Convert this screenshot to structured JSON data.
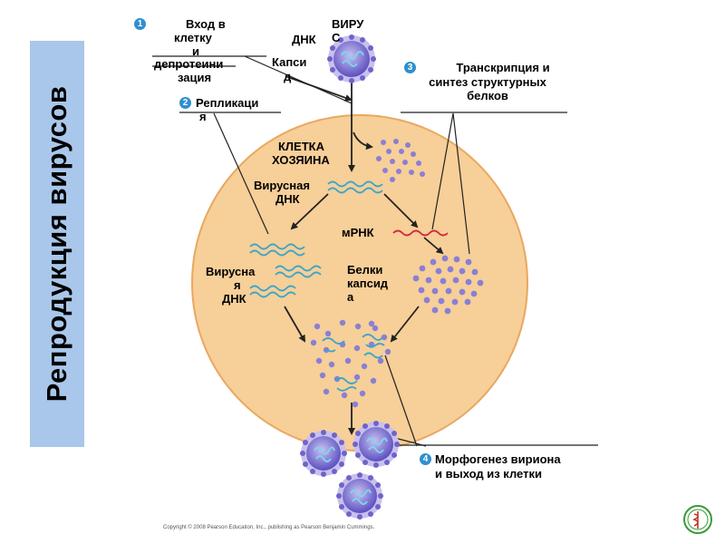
{
  "banner": {
    "title": "Репродукция вирусов"
  },
  "steps": [
    {
      "number": "1",
      "label": "Вход в клетку и депротеинизация"
    },
    {
      "number": "2",
      "label": "Репликация"
    },
    {
      "number": "3",
      "label": "Транскрипция и синтез структурных белков"
    },
    {
      "number": "4",
      "label": "Морфогенез вириона и выход из клетки"
    }
  ],
  "labels": {
    "virus_line1": "ВИРУ",
    "virus_line2": "С",
    "dna_top": "ДНК",
    "capsid_line1": "Капси",
    "capsid_line2": "д",
    "step1_line1": "Вход в",
    "step1_line2": "клетку",
    "step1_line3": "и",
    "step1_line4": "депротеини",
    "step1_line5": "зация",
    "step2_line1": "Репликаци",
    "step2_line2": "я",
    "step3_line1": "Транскрипция и",
    "step3_line2": "синтез структурных",
    "step3_line3": "белков",
    "host_line1": "КЛЕТКА",
    "host_line2": "ХОЗЯИНА",
    "vdna1_line1": "Вирусная",
    "vdna1_line2": "ДНК",
    "mrna": "мРНК",
    "vdna2_line1": "Вирусна",
    "vdna2_line2": "я",
    "vdna2_line3": "ДНК",
    "capsid_proteins_line1": "Белки",
    "capsid_proteins_line2": "капсид",
    "capsid_proteins_line3": "а",
    "step4_line1": "Морфогенез вириона",
    "step4_line2": "и выход из клетки"
  },
  "copyright": "Copyright © 2008 Pearson Education, Inc., publishing as Pearson Benjamin Cummings.",
  "colors": {
    "banner": "#a9c7ea",
    "cell_fill": "#f7cf98",
    "cell_stroke": "#e9a860",
    "protein": "#8a7fd4",
    "dna": "#3aa6c9",
    "mrna": "#d0293a",
    "step_badge": "#2f8fcf"
  }
}
